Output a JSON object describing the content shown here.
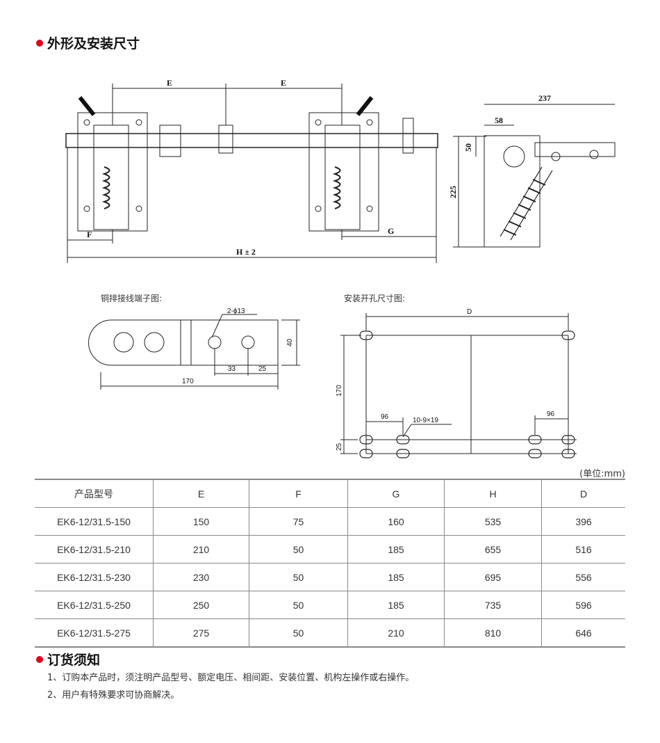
{
  "section1": {
    "title": "外形及安装尺寸"
  },
  "main_drawing": {
    "dims": {
      "e1": "E",
      "e2": "E",
      "f": "F",
      "g": "G",
      "h": "H ± 2",
      "w237": "237",
      "w58": "58",
      "h50": "50",
      "h225": "225"
    }
  },
  "terminal": {
    "caption": "铜排接线端子图:",
    "dims": {
      "holes": "2-ϕ13",
      "h40": "40",
      "w33": "33",
      "w25": "25",
      "w170": "170"
    }
  },
  "mounting": {
    "caption": "安装开孔尺寸图:",
    "dims": {
      "d": "D",
      "h170": "170",
      "h25": "25",
      "w96a": "96",
      "w96b": "96",
      "slots": "10-9×19"
    }
  },
  "unit": "(单位:mm)",
  "table": {
    "headers": [
      "产品型号",
      "E",
      "F",
      "G",
      "H",
      "D"
    ],
    "rows": [
      [
        "EK6-12/31.5-150",
        "150",
        "75",
        "160",
        "535",
        "396"
      ],
      [
        "EK6-12/31.5-210",
        "210",
        "50",
        "185",
        "655",
        "516"
      ],
      [
        "EK6-12/31.5-230",
        "230",
        "50",
        "185",
        "695",
        "556"
      ],
      [
        "EK6-12/31.5-250",
        "250",
        "50",
        "185",
        "735",
        "596"
      ],
      [
        "EK6-12/31.5-275",
        "275",
        "50",
        "210",
        "810",
        "646"
      ]
    ]
  },
  "section2": {
    "title": "订货须知",
    "notes": [
      "1、订购本产品时，须注明产品型号、额定电压、相间距、安装位置、机构左操作或右操作。",
      "2、用户有特殊要求可协商解决。"
    ]
  },
  "colors": {
    "accent": "#e0001b"
  }
}
